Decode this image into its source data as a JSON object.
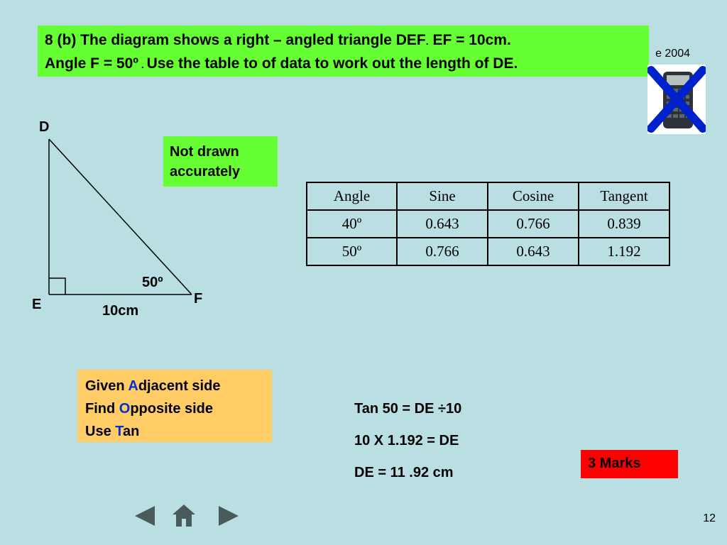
{
  "question": {
    "line1": "8 (b) The diagram shows a right – angled triangle DEF",
    "line1_dot": ".",
    "line1_end": "  EF = 10cm.",
    "line2_a": "Angle F = 50º",
    "line2_dot": " . ",
    "line2_b": "Use the table to of data to work out the length of DE."
  },
  "paper_date": "e 2004",
  "calculator_icon": "no-calculator-icon",
  "diagram": {
    "vertex_d": "D",
    "vertex_e": "E",
    "vertex_f": "F",
    "angle_f": "50º",
    "side_ef": "10cm"
  },
  "not_drawn": {
    "line1": "Not drawn",
    "line2": "accurately"
  },
  "table": {
    "headers": [
      "Angle",
      "Sine",
      "Cosine",
      "Tangent"
    ],
    "rows": [
      [
        "40º",
        "0.643",
        "0.766",
        "0.839"
      ],
      [
        "50º",
        "0.766",
        "0.643",
        "1.192"
      ]
    ]
  },
  "hint": {
    "l1_pre": "Given ",
    "l1_key": "A",
    "l1_post": "djacent side",
    "l2_pre": "Find ",
    "l2_key": "O",
    "l2_post": "pposite side",
    "l3_pre": "Use ",
    "l3_key": "T",
    "l3_post": "an"
  },
  "working": {
    "line1": "Tan 50 = DE ÷10",
    "line2": "10 X 1.192 = DE",
    "line3": "DE = 11 .92 cm"
  },
  "marks": "3 Marks",
  "nav": {
    "prev_icon": "triangle-left-icon",
    "home_icon": "home-icon",
    "next_icon": "triangle-right-icon"
  },
  "page_number": "12",
  "colors": {
    "background": "#b9dfe3",
    "green_box": "#66ff33",
    "orange_box": "#ffcc66",
    "marks_box": "#ff0000",
    "hint_letters": "#0033cc",
    "cross": "#0022cc",
    "nav_icons": "#4a5a5a"
  }
}
